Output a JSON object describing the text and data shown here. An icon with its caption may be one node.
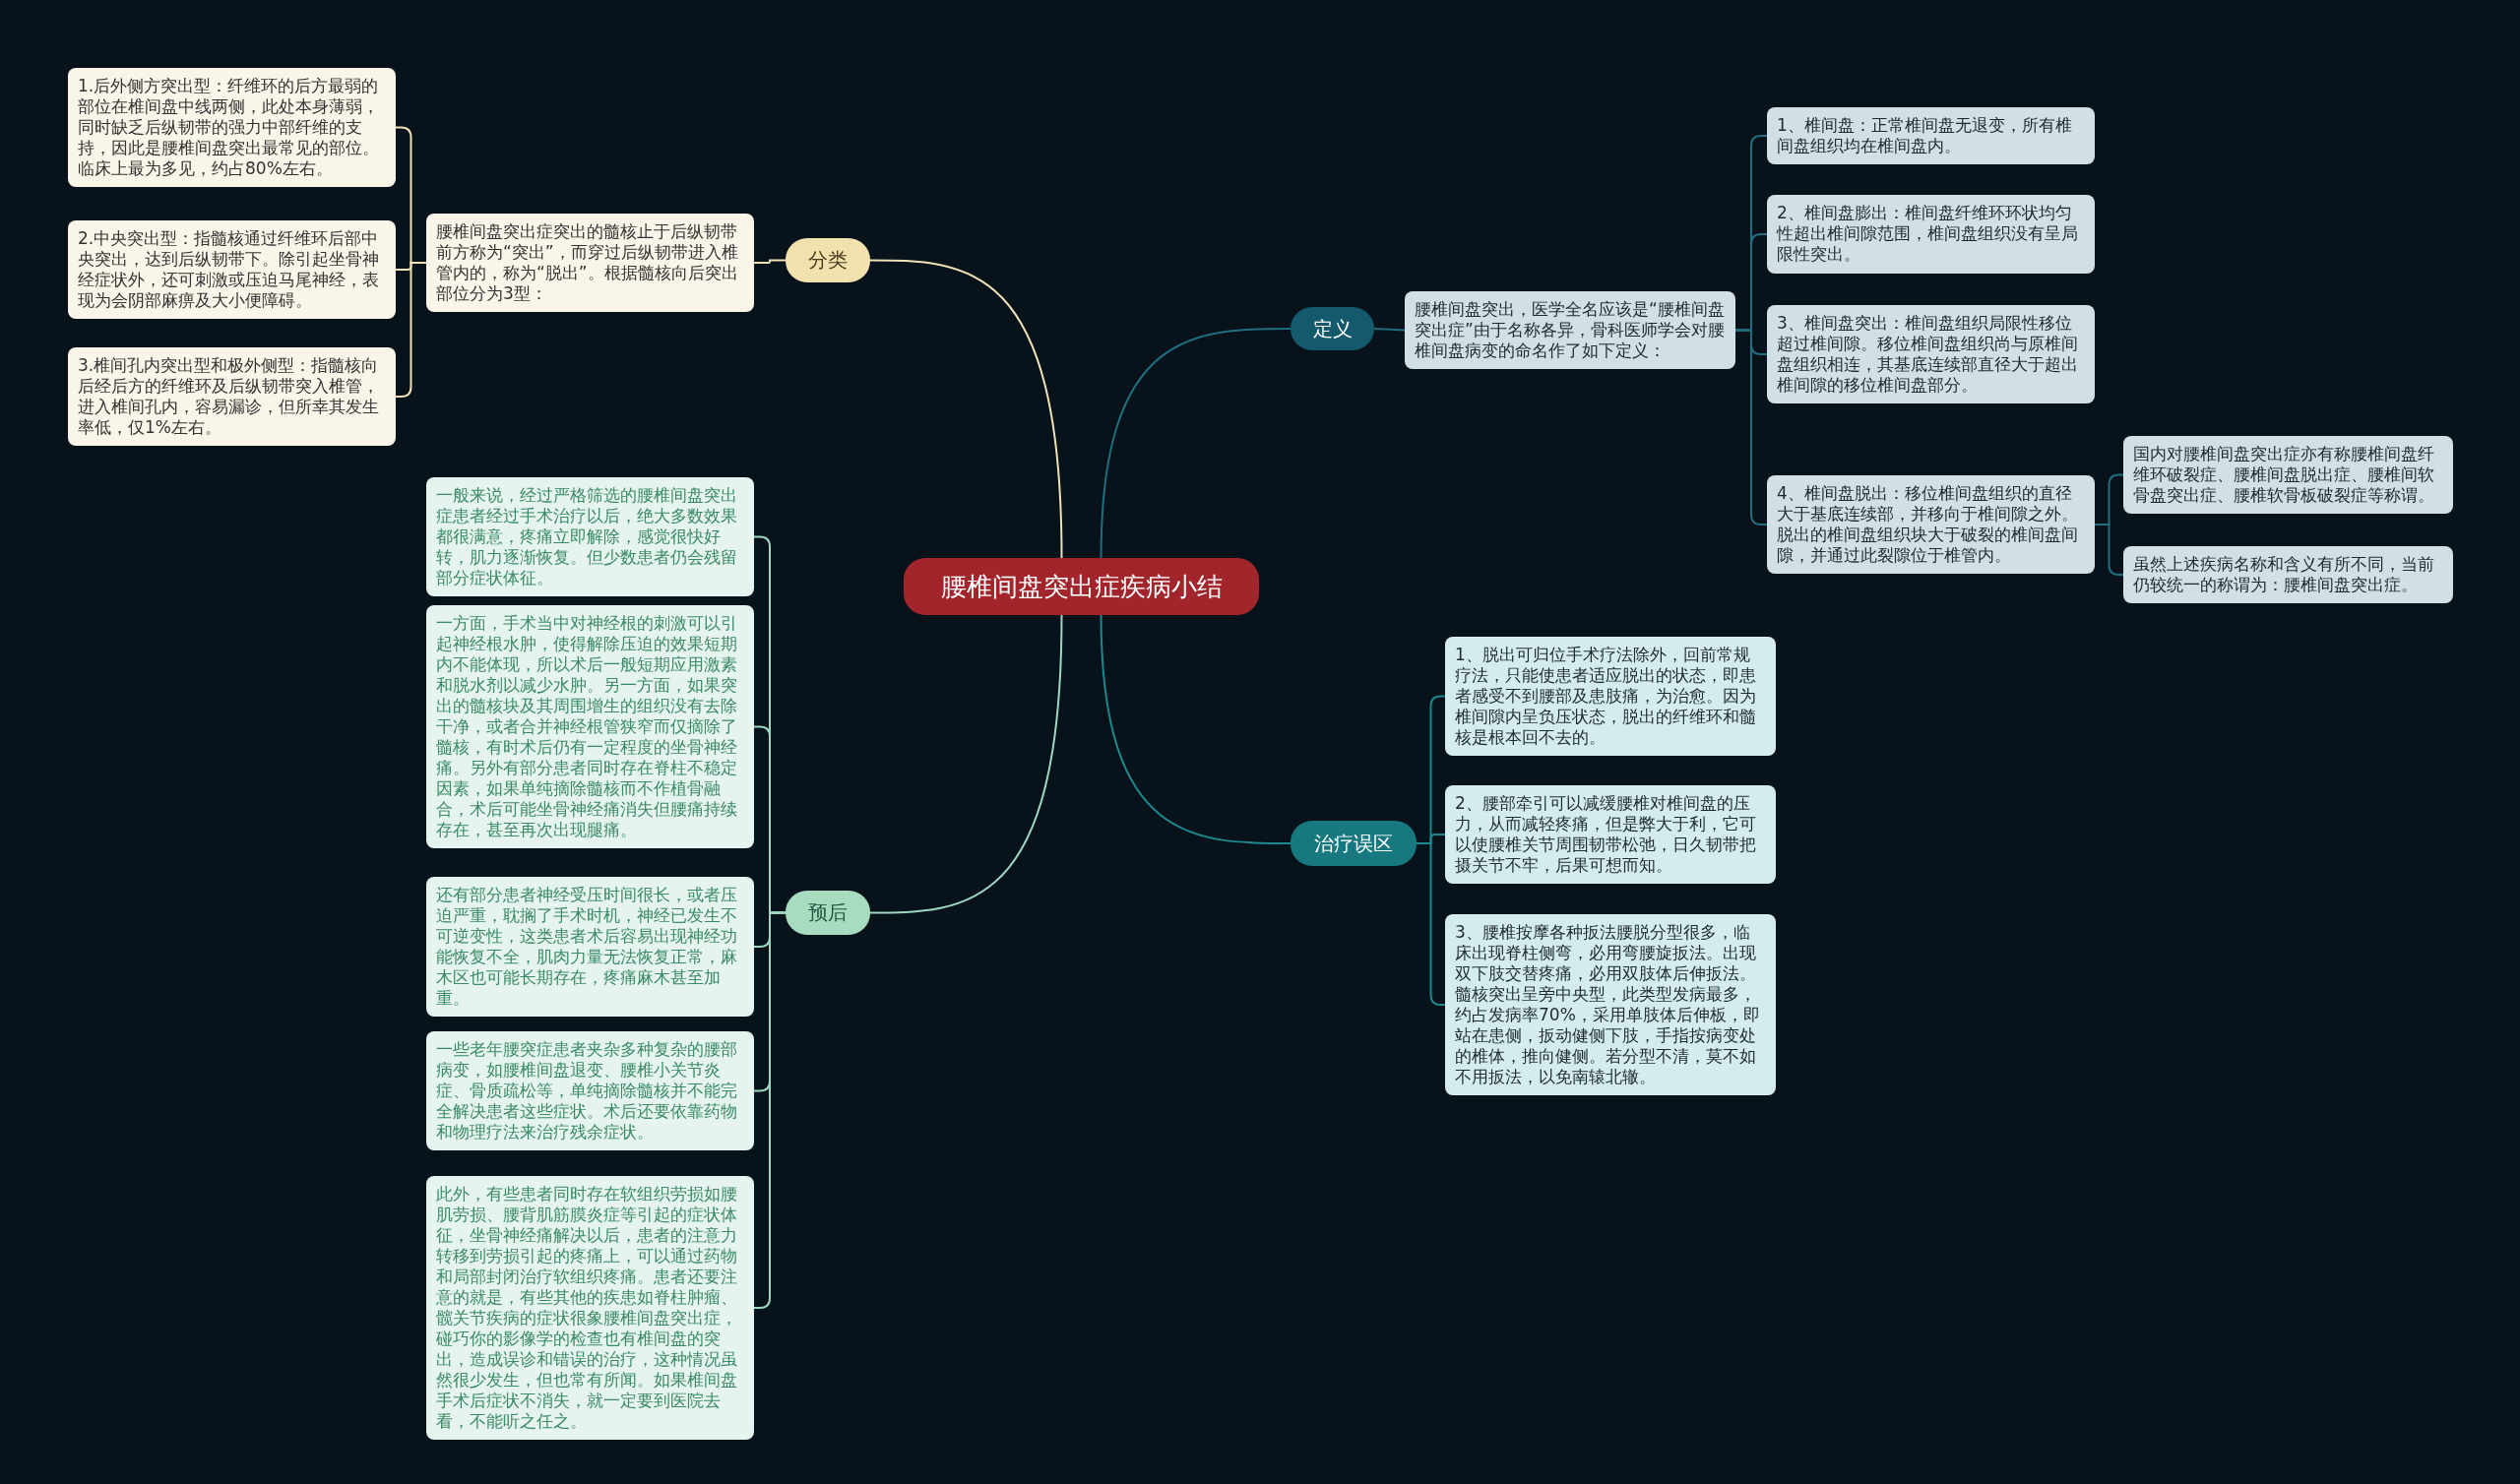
{
  "diagram": {
    "nodes": [
      {
        "text": [
          "腰椎间盘突出症疾病小结"
        ]
      },
      {
        "text": [
          "分类"
        ]
      },
      {
        "text": [
          "腰椎间盘突出症突出的髓核止于后纵韧带前方称为“突出”，而穿过后纵韧带进入椎管内的，称为“脱出”。根据髓核向后突出部位分为3型："
        ]
      },
      {
        "text": [
          "1.后外侧方突出型：纤维环的后方最弱的部位在椎间盘中线两侧，此处本身薄弱，同时缺乏后纵韧带的强力中部纤维的支持，因此是腰椎间盘突出最常见的部位。临床上最为多见，约占80%左右。"
        ]
      },
      {
        "text": [
          "2.中央突出型：指髓核通过纤维环后部中央突出，达到后纵韧带下。除引起坐骨神经症状外，还可刺激或压迫马尾神经，表现为会阴部麻痹及大小便障碍。"
        ]
      },
      {
        "text": [
          "3.椎间孔内突出型和极外侧型：指髓核向后经后方的纤维环及后纵韧带突入椎管，进入椎间孔内，容易漏诊，但所幸其发生率低，仅1%左右。"
        ]
      },
      {
        "text": [
          "预后"
        ]
      },
      {
        "text": [
          "一般来说，经过严格筛选的腰椎间盘突出症患者经过手术治疗以后，绝大多数效果都很满意，疼痛立即解除，感觉很快好转，肌力逐渐恢复。但少数患者仍会残留部分症状体征。"
        ]
      },
      {
        "text": [
          "一方面，手术当中对神经根的刺激可以引起神经根水肿，使得解除压迫的效果短期内不能体现，所以术后一般短期应用激素和脱水剂以减少水肿。另一方面，如果突出的髓核块及其周围增生的组织没有去除干净，或者合并神经根管狭窄而仅摘除了髓核，有时术后仍有一定程度的坐骨神经痛。另外有部分患者同时存在脊柱不稳定因素，如果单纯摘除髓核而不作植骨融合，术后可能坐骨神经痛消失但腰痛持续存在，甚至再次出现腿痛。"
        ]
      },
      {
        "text": [
          "还有部分患者神经受压时间很长，或者压迫严重，耽搁了手术时机，神经已发生不可逆变性，这类患者术后容易出现神经功能恢复不全，肌肉力量无法恢复正常，麻木区也可能长期存在，疼痛麻木甚至加重。"
        ]
      },
      {
        "text": [
          "一些老年腰突症患者夹杂多种复杂的腰部病变，如腰椎间盘退变、腰椎小关节炎症、骨质疏松等，单纯摘除髓核并不能完全解决患者这些症状。术后还要依靠药物和物理疗法来治疗残余症状。"
        ]
      },
      {
        "text": [
          "此外，有些患者同时存在软组织劳损如腰肌劳损、腰背肌筋膜炎症等引起的症状体征，坐骨神经痛解决以后，患者的注意力转移到劳损引起的疼痛上，可以通过药物和局部封闭治疗软组织疼痛。患者还要注意的就是，有些其他的疾患如脊柱肿瘤、髋关节疾病的症状很象腰椎间盘突出症，碰巧你的影像学的检查也有椎间盘的突出，造成误诊和错误的治疗，这种情况虽然很少发生，但也常有所闻。如果椎间盘手术后症状不消失，就一定要到医院去看，不能听之任之。"
        ]
      },
      {
        "text": [
          "定义"
        ]
      },
      {
        "text": [
          "腰椎间盘突出，医学全名应该是“腰椎间盘突出症”由于名称各异，骨科医师学会对腰椎间盘病变的命名作了如下定义："
        ]
      },
      {
        "text": [
          "1、椎间盘：正常椎间盘无退变，所有椎间盘组织均在椎间盘内。"
        ]
      },
      {
        "text": [
          "2、椎间盘膨出：椎间盘纤维环环状均匀性超出椎间隙范围，椎间盘组织没有呈局限性突出。"
        ]
      },
      {
        "text": [
          "3、椎间盘突出：椎间盘组织局限性移位超过椎间隙。移位椎间盘组织尚与原椎间盘组织相连，其基底连续部直径大于超出椎间隙的移位椎间盘部分。"
        ]
      },
      {
        "text": [
          "4、椎间盘脱出：移位椎间盘组织的直径大于基底连续部，并移向于椎间隙之外。脱出的椎间盘组织块大于破裂的椎间盘间隙，并通过此裂隙位于椎管内。"
        ]
      },
      {
        "text": [
          "国内对腰椎间盘突出症亦有称腰椎间盘纤维环破裂症、腰椎间盘脱出症、腰椎间软骨盘突出症、腰椎软骨板破裂症等称谓。"
        ]
      },
      {
        "text": [
          "虽然上述疾病名称和含义有所不同，当前仍较统一的称谓为：腰椎间盘突出症。"
        ]
      },
      {
        "text": [
          "治疗误区"
        ]
      },
      {
        "text": [
          "1、脱出可归位手术疗法除外，回前常规疗法，只能使患者适应脱出的状态，即患者感受不到腰部及患肢痛，为治愈。因为椎间隙内呈负压状态，脱出的纤维环和髓核是根本回不去的。"
        ]
      },
      {
        "text": [
          "2、腰部牵引可以减缓腰椎对椎间盘的压力，从而减轻疼痛，但是弊大于利，它可以使腰椎关节周围韧带松弛，日久韧带把摄关节不牢，后果可想而知。"
        ]
      },
      {
        "text": [
          "3、腰椎按摩各种扳法腰脱分型很多，临床出现脊柱侧弯，必用弯腰旋扳法。出现双下肢交替疼痛，必用双肢体后伸扳法。髓核突出呈旁中央型，此类型发病最多，约占发病率70%，采用单肢体后伸板，即站在患侧，扳动健侧下肢，手指按病变处的椎体，推向健侧。若分型不清，莫不如不用扳法，以免南辕北辙。"
        ]
      }
    ],
    "edges": [
      {
        "from": 0,
        "to": 1,
        "arrow": "none",
        "color": "#efe2b8"
      },
      {
        "from": 1,
        "to": 2,
        "arrow": "none",
        "color": "#efe2b8"
      },
      {
        "from": 2,
        "to": 3,
        "arrow": "none",
        "color": "#efe2b8"
      },
      {
        "from": 2,
        "to": 4,
        "arrow": "none",
        "color": "#efe2b8"
      },
      {
        "from": 2,
        "to": 5,
        "arrow": "none",
        "color": "#efe2b8"
      },
      {
        "from": 0,
        "to": 6,
        "arrow": "none",
        "color": "#9fd8c0"
      },
      {
        "from": 6,
        "to": 7,
        "arrow": "none",
        "color": "#9fd8c0"
      },
      {
        "from": 6,
        "to": 8,
        "arrow": "none",
        "color": "#9fd8c0"
      },
      {
        "from": 6,
        "to": 9,
        "arrow": "none",
        "color": "#9fd8c0"
      },
      {
        "from": 6,
        "to": 10,
        "arrow": "none",
        "color": "#9fd8c0"
      },
      {
        "from": 6,
        "to": 11,
        "arrow": "none",
        "color": "#9fd8c0"
      },
      {
        "from": 0,
        "to": 12,
        "arrow": "none",
        "color": "#1f6f80"
      },
      {
        "from": 12,
        "to": 13,
        "arrow": "none",
        "color": "#1f6f80"
      },
      {
        "from": 13,
        "to": 14,
        "arrow": "none",
        "color": "#1f6f80"
      },
      {
        "from": 13,
        "to": 15,
        "arrow": "none",
        "color": "#1f6f80"
      },
      {
        "from": 13,
        "to": 16,
        "arrow": "none",
        "color": "#1f6f80"
      },
      {
        "from": 13,
        "to": 17,
        "arrow": "none",
        "color": "#1f6f80"
      },
      {
        "from": 17,
        "to": 18,
        "arrow": "none",
        "color": "#1f6f80"
      },
      {
        "from": 17,
        "to": 19,
        "arrow": "none",
        "color": "#1f6f80"
      },
      {
        "from": 0,
        "to": 20,
        "arrow": "none",
        "color": "#1b8a8f"
      },
      {
        "from": 20,
        "to": 21,
        "arrow": "none",
        "color": "#1b8a8f"
      },
      {
        "from": 20,
        "to": 22,
        "arrow": "none",
        "color": "#1b8a8f"
      },
      {
        "from": 20,
        "to": 23,
        "arrow": "none",
        "color": "#1b8a8f"
      }
    ]
  }
}
